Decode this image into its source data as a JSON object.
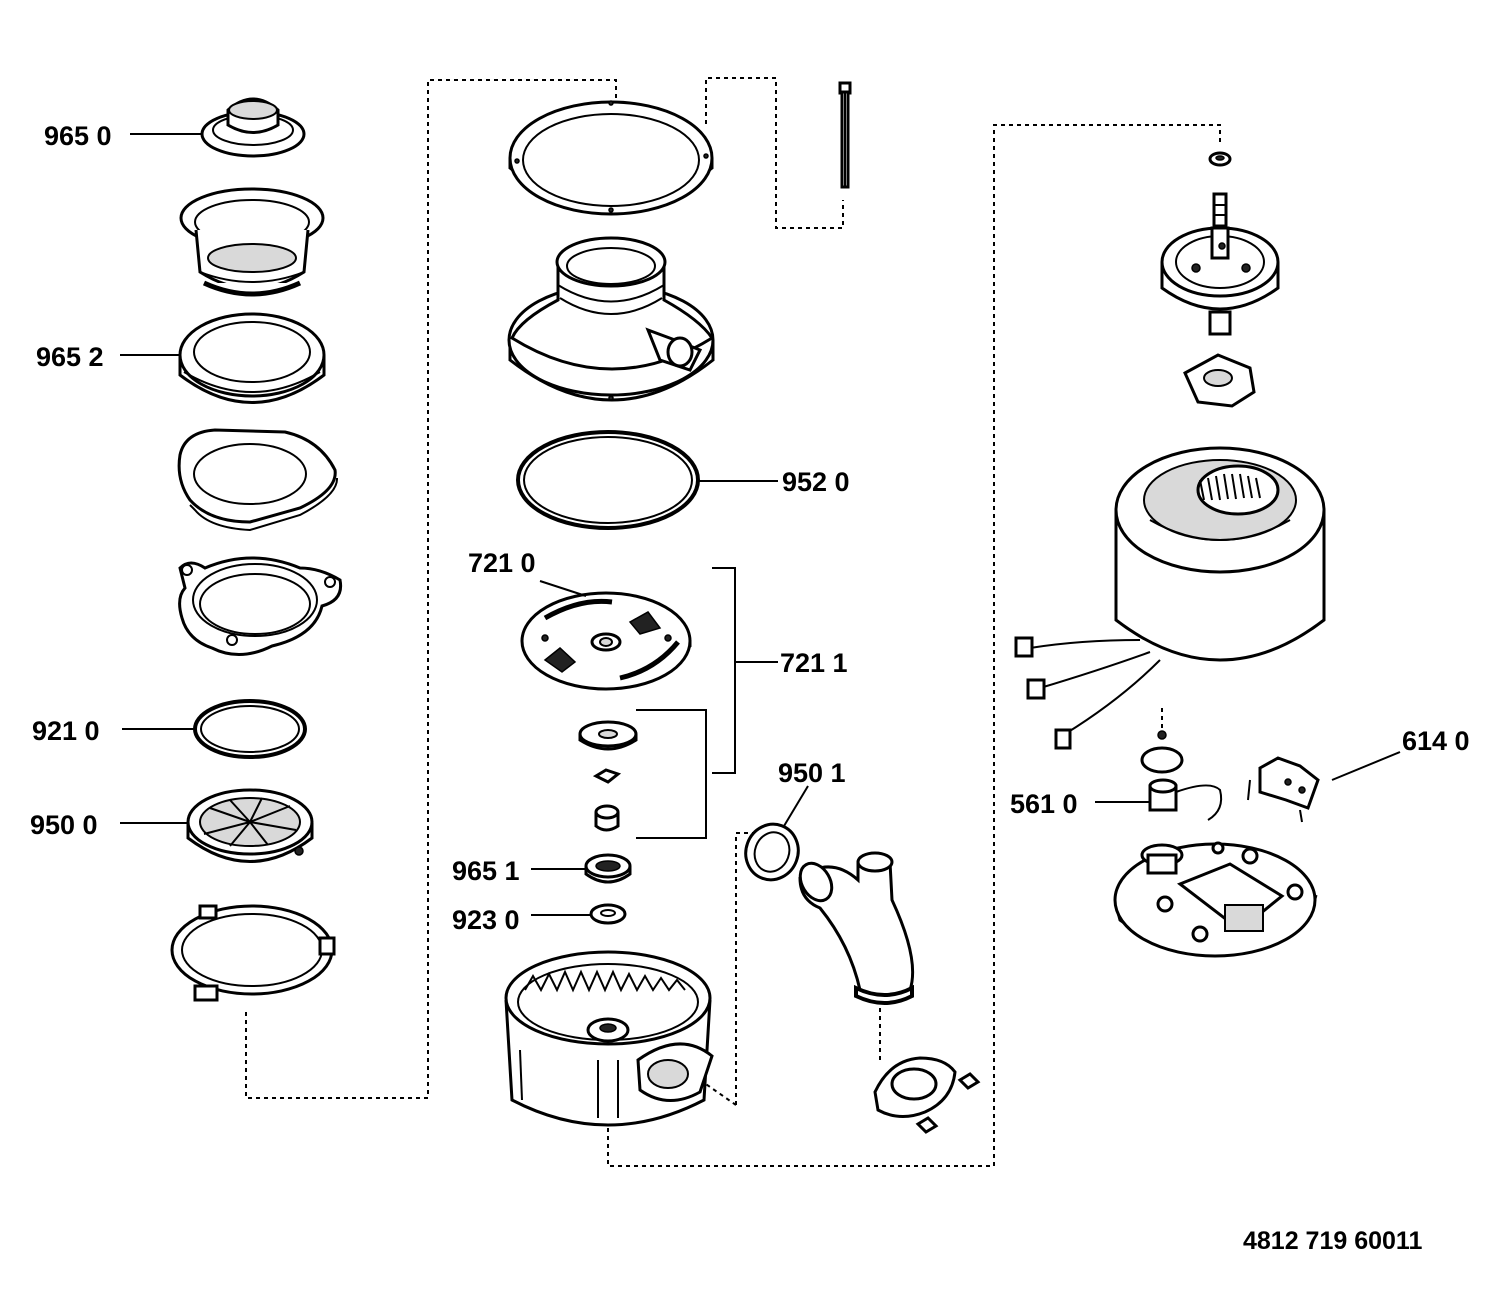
{
  "diagram_id": "4812 719 60011",
  "labels": {
    "p9650": "965 0",
    "p9652": "965 2",
    "p9210": "921 0",
    "p9500": "950 0",
    "p9520": "952 0",
    "p7210": "721 0",
    "p7211": "721 1",
    "p9651": "965 1",
    "p9230": "923 0",
    "p9501": "950 1",
    "p5610": "561 0",
    "p6140": "614 0"
  }
}
